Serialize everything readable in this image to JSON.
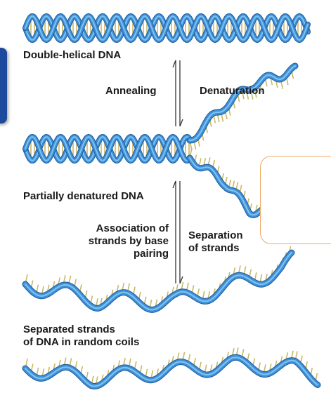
{
  "labels": {
    "double_helical": "Double-helical DNA",
    "annealing": "Annealing",
    "denaturation": "Denaturation",
    "partially_denatured": "Partially denatured DNA",
    "association": "Association of\nstrands by base\npairing",
    "separation": "Separation\nof strands",
    "separated_strands": "Separated strands\nof DNA in random coils"
  },
  "colors": {
    "strand_fill": "#3f8fd6",
    "strand_highlight": "#7cc3f3",
    "strand_edge": "#1f5c9c",
    "base_pair": "#c9b86a",
    "side_tab": "#1c4a9c",
    "note_border": "#f0a860"
  }
}
